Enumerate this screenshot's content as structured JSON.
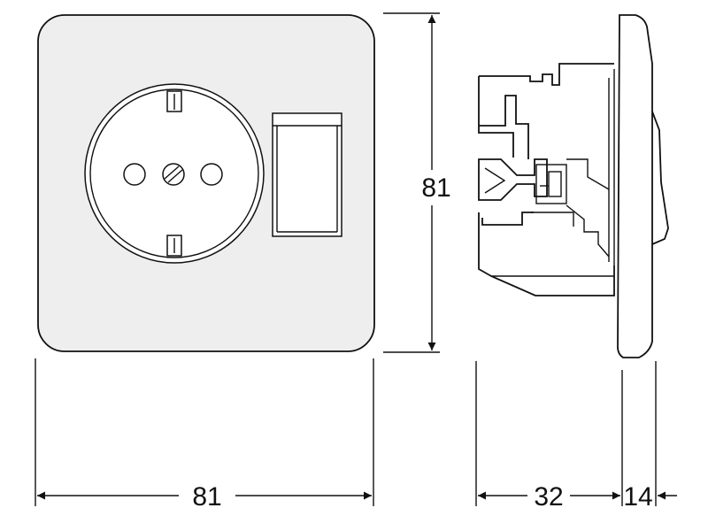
{
  "front_view": {
    "width_label": "81",
    "height_label": "81"
  },
  "side_view": {
    "depth_label": "32",
    "plate_label": "14"
  },
  "icons": {
    "arrowhead": "filled-triangle-arrow",
    "socket": "schuko-socket-outlet",
    "switch": "rocker-switch"
  }
}
